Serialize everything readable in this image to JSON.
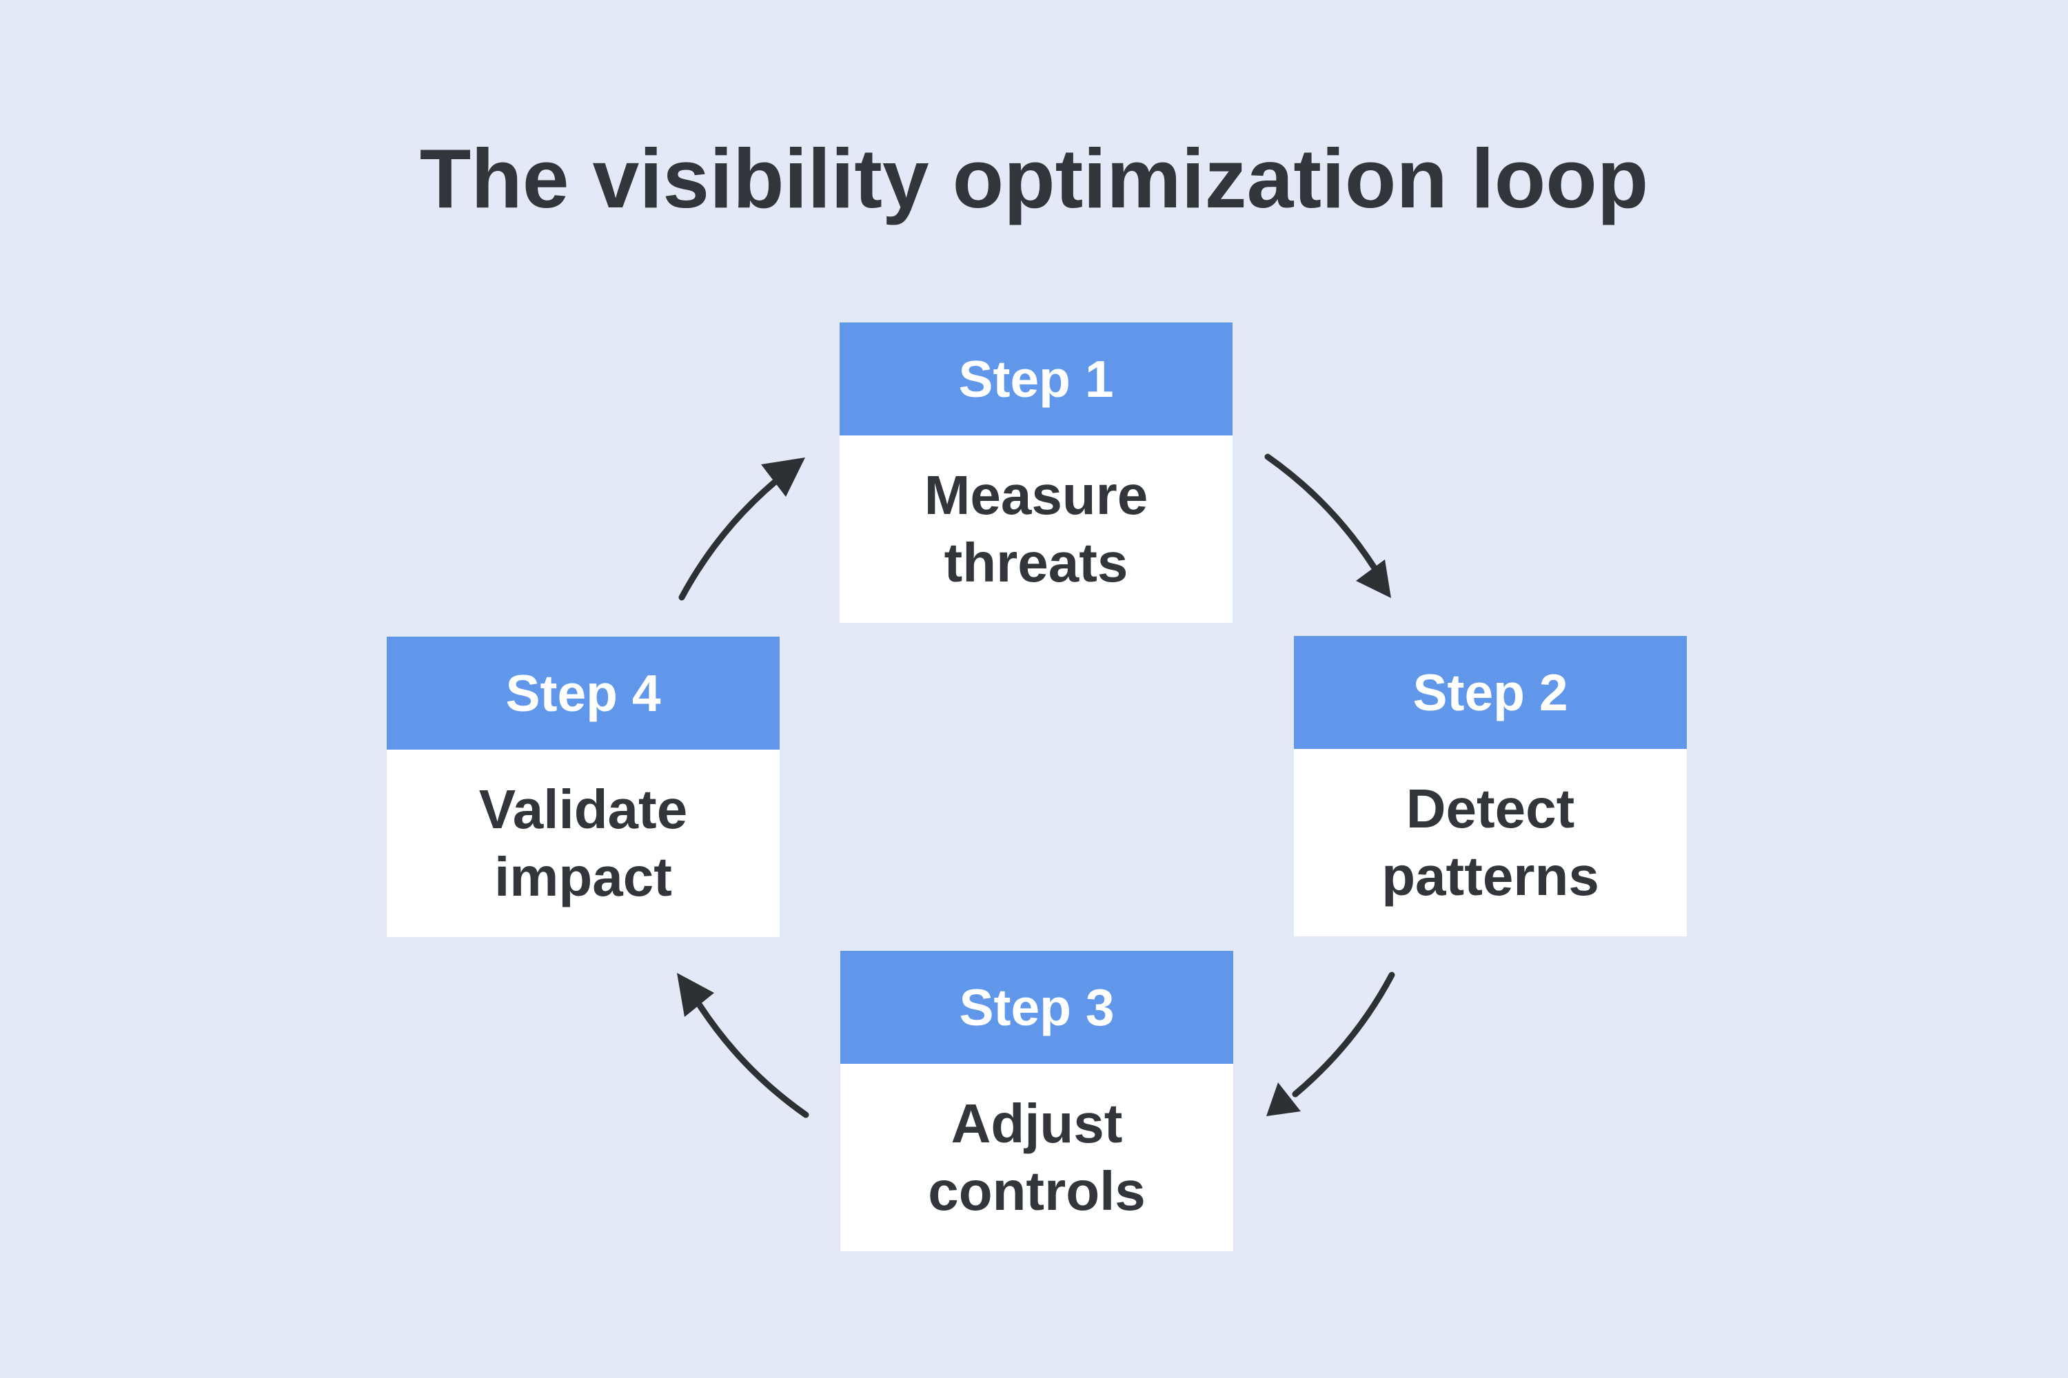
{
  "title": "The visibility optimization loop",
  "colors": {
    "background": "#E4E9F7",
    "header_blue": "#6197EA",
    "card_body_bg": "#FFFFFF",
    "header_text": "#FFFFFF",
    "body_text": "#32363B",
    "title_text": "#32363B",
    "arrow": "#2E3134"
  },
  "diagram": {
    "type": "cycle",
    "direction": "clockwise",
    "steps": [
      {
        "label": "Step 1",
        "description": "Measure threats",
        "position": "top"
      },
      {
        "label": "Step 2",
        "description": "Detect patterns",
        "position": "right"
      },
      {
        "label": "Step 3",
        "description": "Adjust controls",
        "position": "bottom"
      },
      {
        "label": "Step 4",
        "description": "Validate impact",
        "position": "left"
      }
    ],
    "arrows": [
      {
        "from": "Step 4",
        "to": "Step 1"
      },
      {
        "from": "Step 1",
        "to": "Step 2"
      },
      {
        "from": "Step 2",
        "to": "Step 3"
      },
      {
        "from": "Step 3",
        "to": "Step 4"
      }
    ]
  }
}
